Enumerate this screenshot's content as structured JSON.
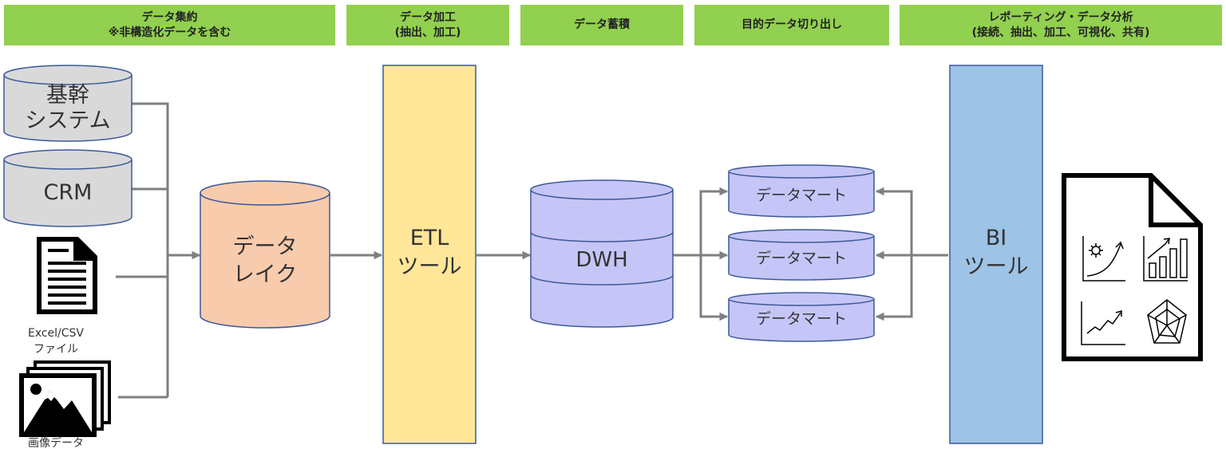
{
  "headers": [
    {
      "line1": "データ集約",
      "line2": "※非構造化データを含む"
    },
    {
      "line1": "データ加工",
      "line2": "(抽出、加工)"
    },
    {
      "line1": "データ蓄積",
      "line2": ""
    },
    {
      "line1": "目的データ切り出し",
      "line2": ""
    },
    {
      "line1": "レポーティング・データ分析",
      "line2": "(接続、抽出、加工、可視化、共有)"
    }
  ],
  "sources": {
    "core_line1": "基幹",
    "core_line2": "システム",
    "crm": "CRM",
    "excel_line1": "Excel/CSV",
    "excel_line2": "ファイル",
    "image": "画像データ"
  },
  "lake": {
    "line1": "データ",
    "line2": "レイク"
  },
  "etl": {
    "line1": "ETL",
    "line2": "ツール"
  },
  "dwh": {
    "label": "DWH"
  },
  "marts": [
    "データマート",
    "データマート",
    "データマート"
  ],
  "bi": {
    "line1": "BI",
    "line2": "ツール"
  },
  "colors": {
    "header": "#92d050",
    "db_gray": "#d9d9d9",
    "lake": "#f8cbad",
    "etl": "#ffe699",
    "dwh": "#c5c5f7",
    "mart": "#c5c5f7",
    "bi": "#9dc3e6",
    "arrow": "#7f7f7f"
  },
  "icons": [
    "document-icon",
    "image-icon",
    "report-icon"
  ]
}
